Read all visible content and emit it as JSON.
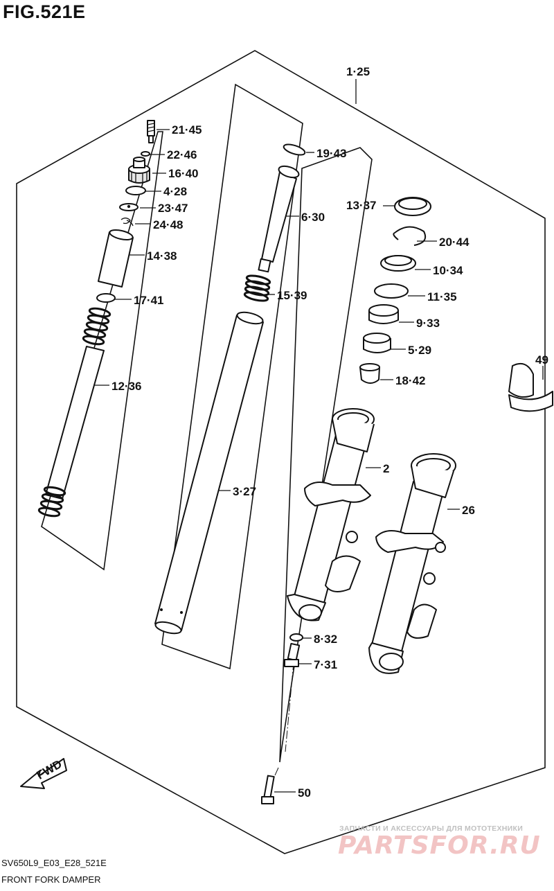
{
  "figure": {
    "title": "FIG.521E",
    "code": "SV650L9_E03_E28_521E",
    "name": "FRONT FORK DAMPER"
  },
  "callouts": [
    {
      "id": "assembly",
      "label": "1·25"
    },
    {
      "id": "p21",
      "label": "21·45"
    },
    {
      "id": "p22",
      "label": "22·46"
    },
    {
      "id": "p16",
      "label": "16·40"
    },
    {
      "id": "p4",
      "label": "4·28"
    },
    {
      "id": "p23",
      "label": "23·47"
    },
    {
      "id": "p24",
      "label": "24·48"
    },
    {
      "id": "p14",
      "label": "14·38"
    },
    {
      "id": "p17",
      "label": "17·41"
    },
    {
      "id": "p12",
      "label": "12·36"
    },
    {
      "id": "p19",
      "label": "19·43"
    },
    {
      "id": "p6",
      "label": "6·30"
    },
    {
      "id": "p15",
      "label": "15·39"
    },
    {
      "id": "p3",
      "label": "3·27"
    },
    {
      "id": "p13",
      "label": "13·37"
    },
    {
      "id": "p20",
      "label": "20·44"
    },
    {
      "id": "p10",
      "label": "10·34"
    },
    {
      "id": "p11",
      "label": "11·35"
    },
    {
      "id": "p9",
      "label": "9·33"
    },
    {
      "id": "p5",
      "label": "5·29"
    },
    {
      "id": "p18",
      "label": "18·42"
    },
    {
      "id": "p49",
      "label": "49"
    },
    {
      "id": "p2",
      "label": "2"
    },
    {
      "id": "p26",
      "label": "26"
    },
    {
      "id": "p8",
      "label": "8·32"
    },
    {
      "id": "p7",
      "label": "7·31"
    },
    {
      "id": "p50",
      "label": "50"
    }
  ],
  "fwd_label": "FWD",
  "watermark": {
    "line1": "ЗАПЧАСТИ И АКСЕССУАРЫ ДЛЯ МОТОТЕХНИКИ",
    "line2": "PARTSFOR.RU"
  },
  "colors": {
    "ink": "#111111",
    "watermark": "#f2c4c4"
  }
}
